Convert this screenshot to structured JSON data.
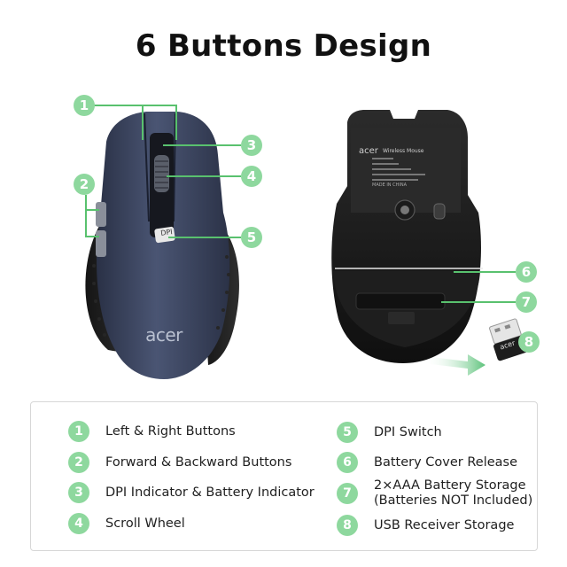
{
  "title": "6 Buttons Design",
  "mouse": {
    "brand": "acer",
    "dpi_label": "DPI",
    "bottom_brand": "acer",
    "bottom_model": "Wireless Mouse",
    "made_in": "MADE IN CHINA",
    "receiver_brand": "acer"
  },
  "markers": [
    "1",
    "2",
    "3",
    "4",
    "5",
    "6",
    "7",
    "8"
  ],
  "legend": [
    {
      "num": "1",
      "text": "Left & Right Buttons"
    },
    {
      "num": "2",
      "text": "Forward & Backward Buttons"
    },
    {
      "num": "3",
      "text": "DPI Indicator & Battery Indicator"
    },
    {
      "num": "4",
      "text": "Scroll Wheel"
    },
    {
      "num": "5",
      "text": "DPI Switch"
    },
    {
      "num": "6",
      "text": "Battery Cover Release"
    },
    {
      "num": "7",
      "text_line1": "2×AAA Battery Storage",
      "text_line2": "(Batteries NOT Included)"
    },
    {
      "num": "8",
      "text": "USB Receiver Storage"
    }
  ],
  "colors": {
    "accent": "#8ed89e",
    "line": "#59c16e",
    "mouse_top": "#3c4662",
    "mouse_dark": "#1c1c1e"
  }
}
